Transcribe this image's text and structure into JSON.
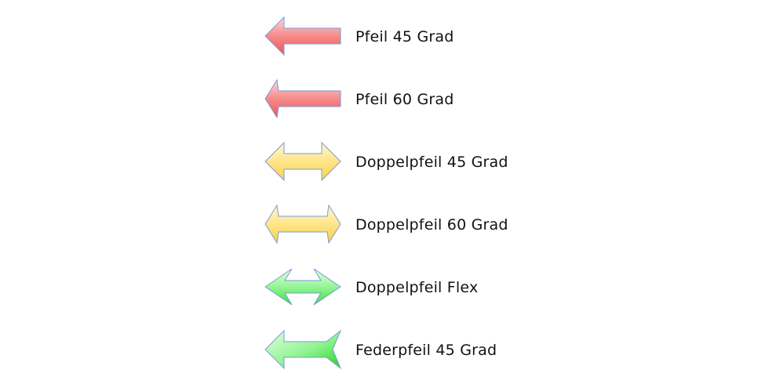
{
  "shapes": [
    {
      "label": "Pfeil 45 Grad",
      "icon": "left-arrow-45-icon",
      "fill": "red"
    },
    {
      "label": "Pfeil 60 Grad",
      "icon": "left-arrow-60-icon",
      "fill": "red"
    },
    {
      "label": "Doppelpfeil 45 Grad",
      "icon": "double-arrow-45-icon",
      "fill": "yellow"
    },
    {
      "label": "Doppelpfeil 60 Grad",
      "icon": "double-arrow-60-icon",
      "fill": "yellow"
    },
    {
      "label": "Doppelpfeil Flex",
      "icon": "double-arrow-flex-icon",
      "fill": "green"
    },
    {
      "label": "Federpfeil 45 Grad",
      "icon": "feathered-arrow-45-icon",
      "fill": "green"
    }
  ],
  "colors": {
    "red_light": "#ffd0d0",
    "red": "#f06060",
    "yellow_light": "#fff6c8",
    "yellow": "#f5d860",
    "green_light": "#d8ffd8",
    "green": "#40e040",
    "outline": "#7a9ad8",
    "text": "#111111"
  }
}
